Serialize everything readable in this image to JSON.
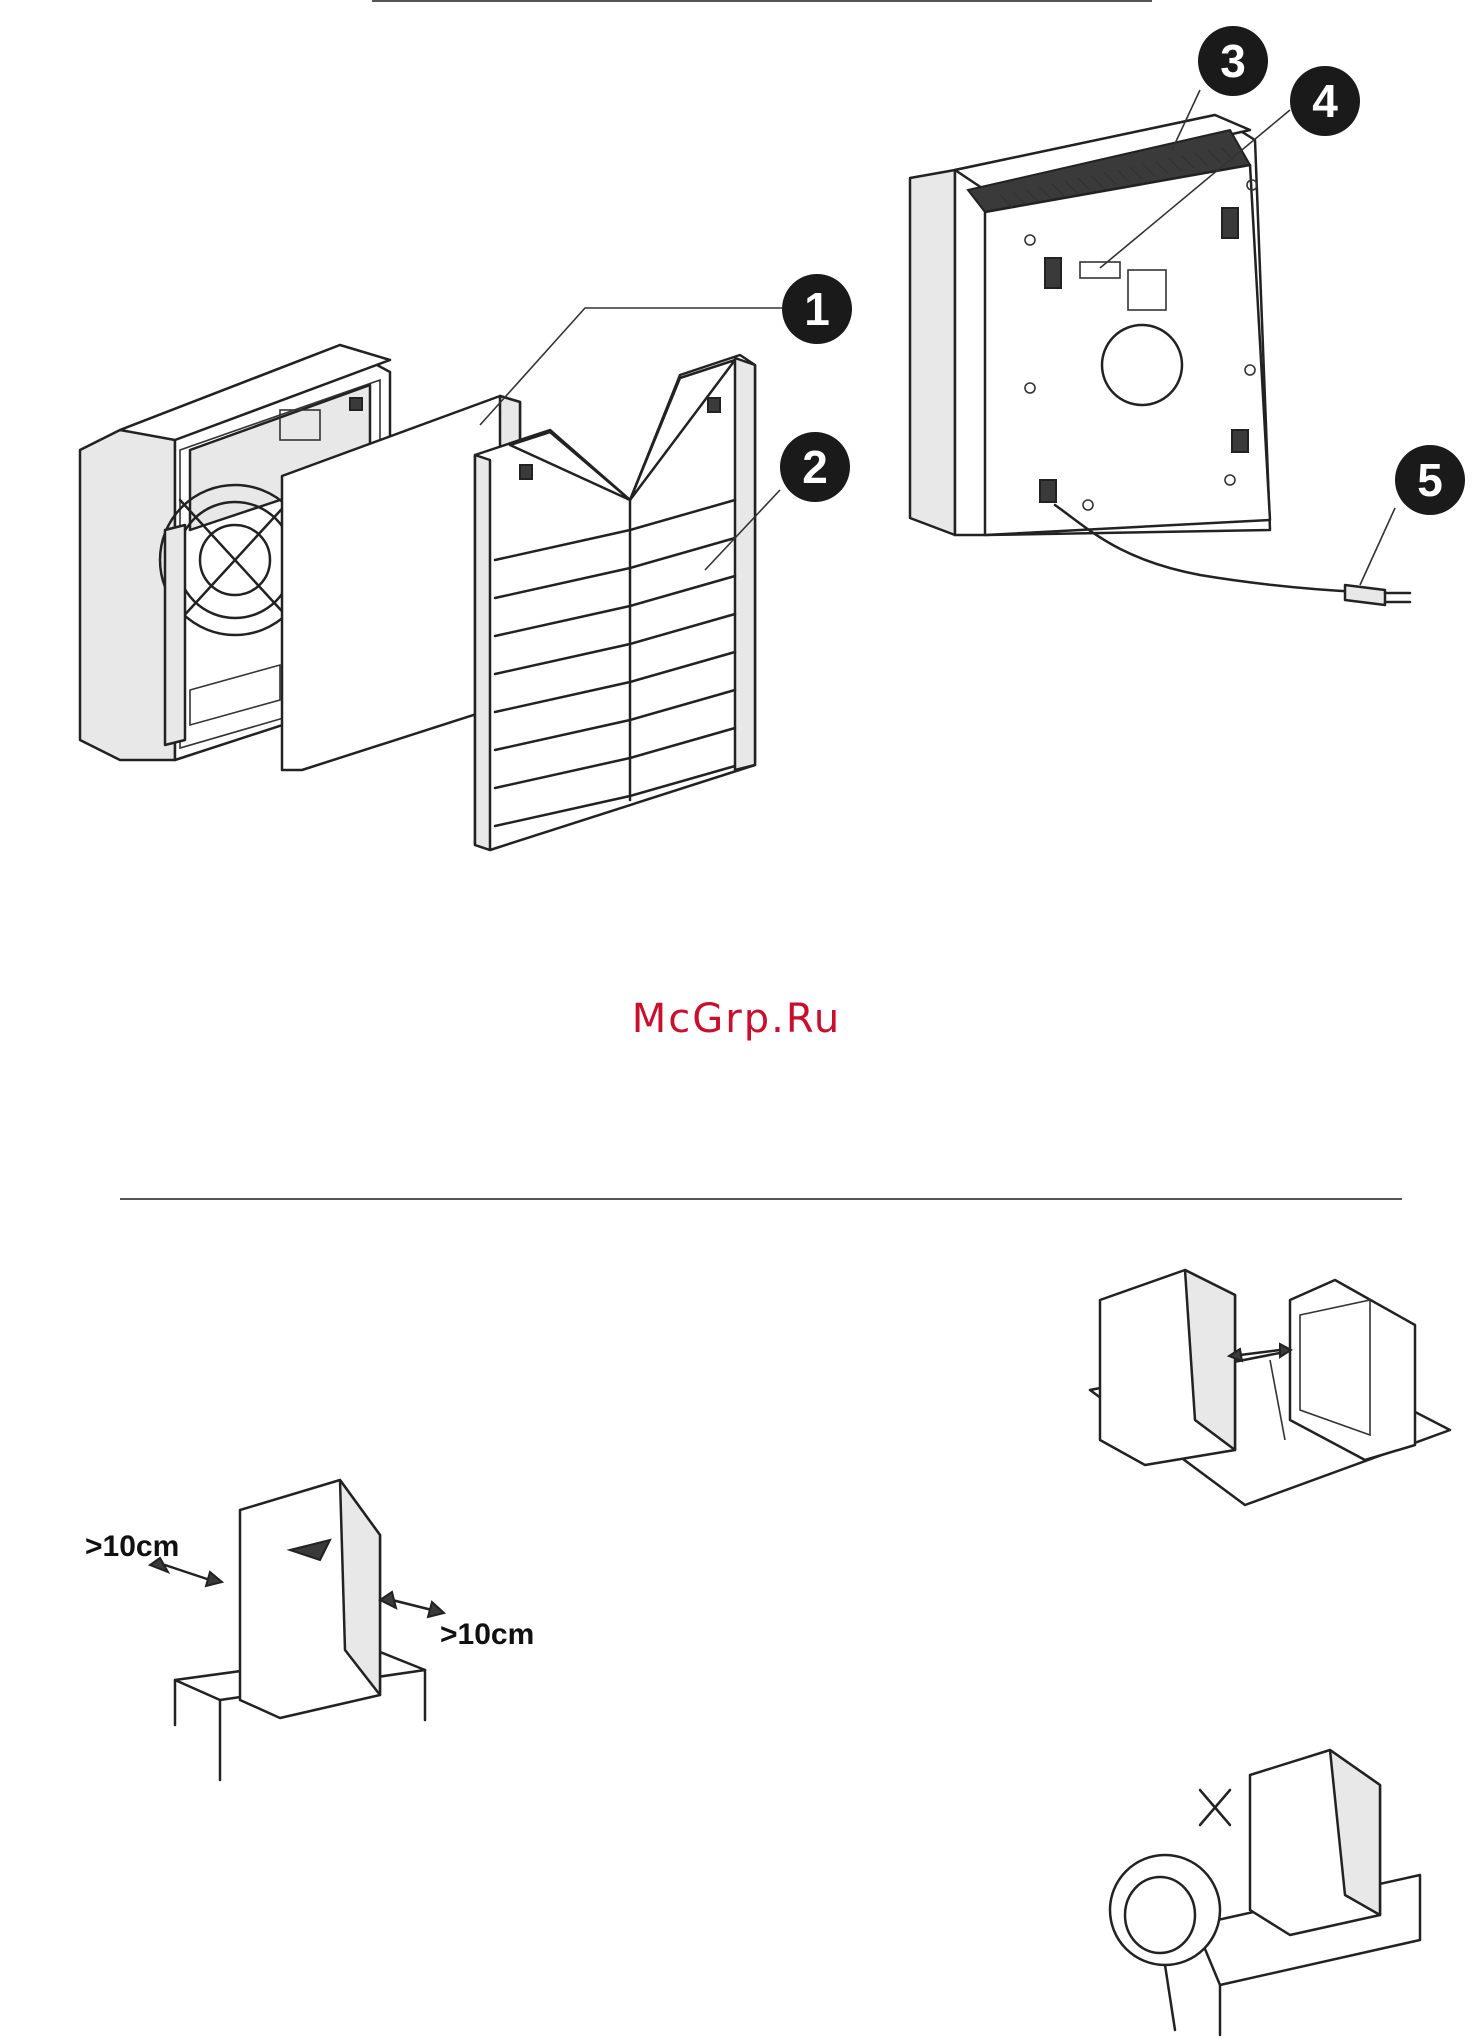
{
  "callouts": [
    "1",
    "2",
    "3",
    "4",
    "5"
  ],
  "watermark": "McGrp.Ru",
  "distance_labels": {
    "left": ">10cm",
    "right": ">10cm"
  },
  "colors": {
    "watermark": "#c8102e",
    "callout_fill": "#1a1a1a",
    "rule": "#555555"
  }
}
